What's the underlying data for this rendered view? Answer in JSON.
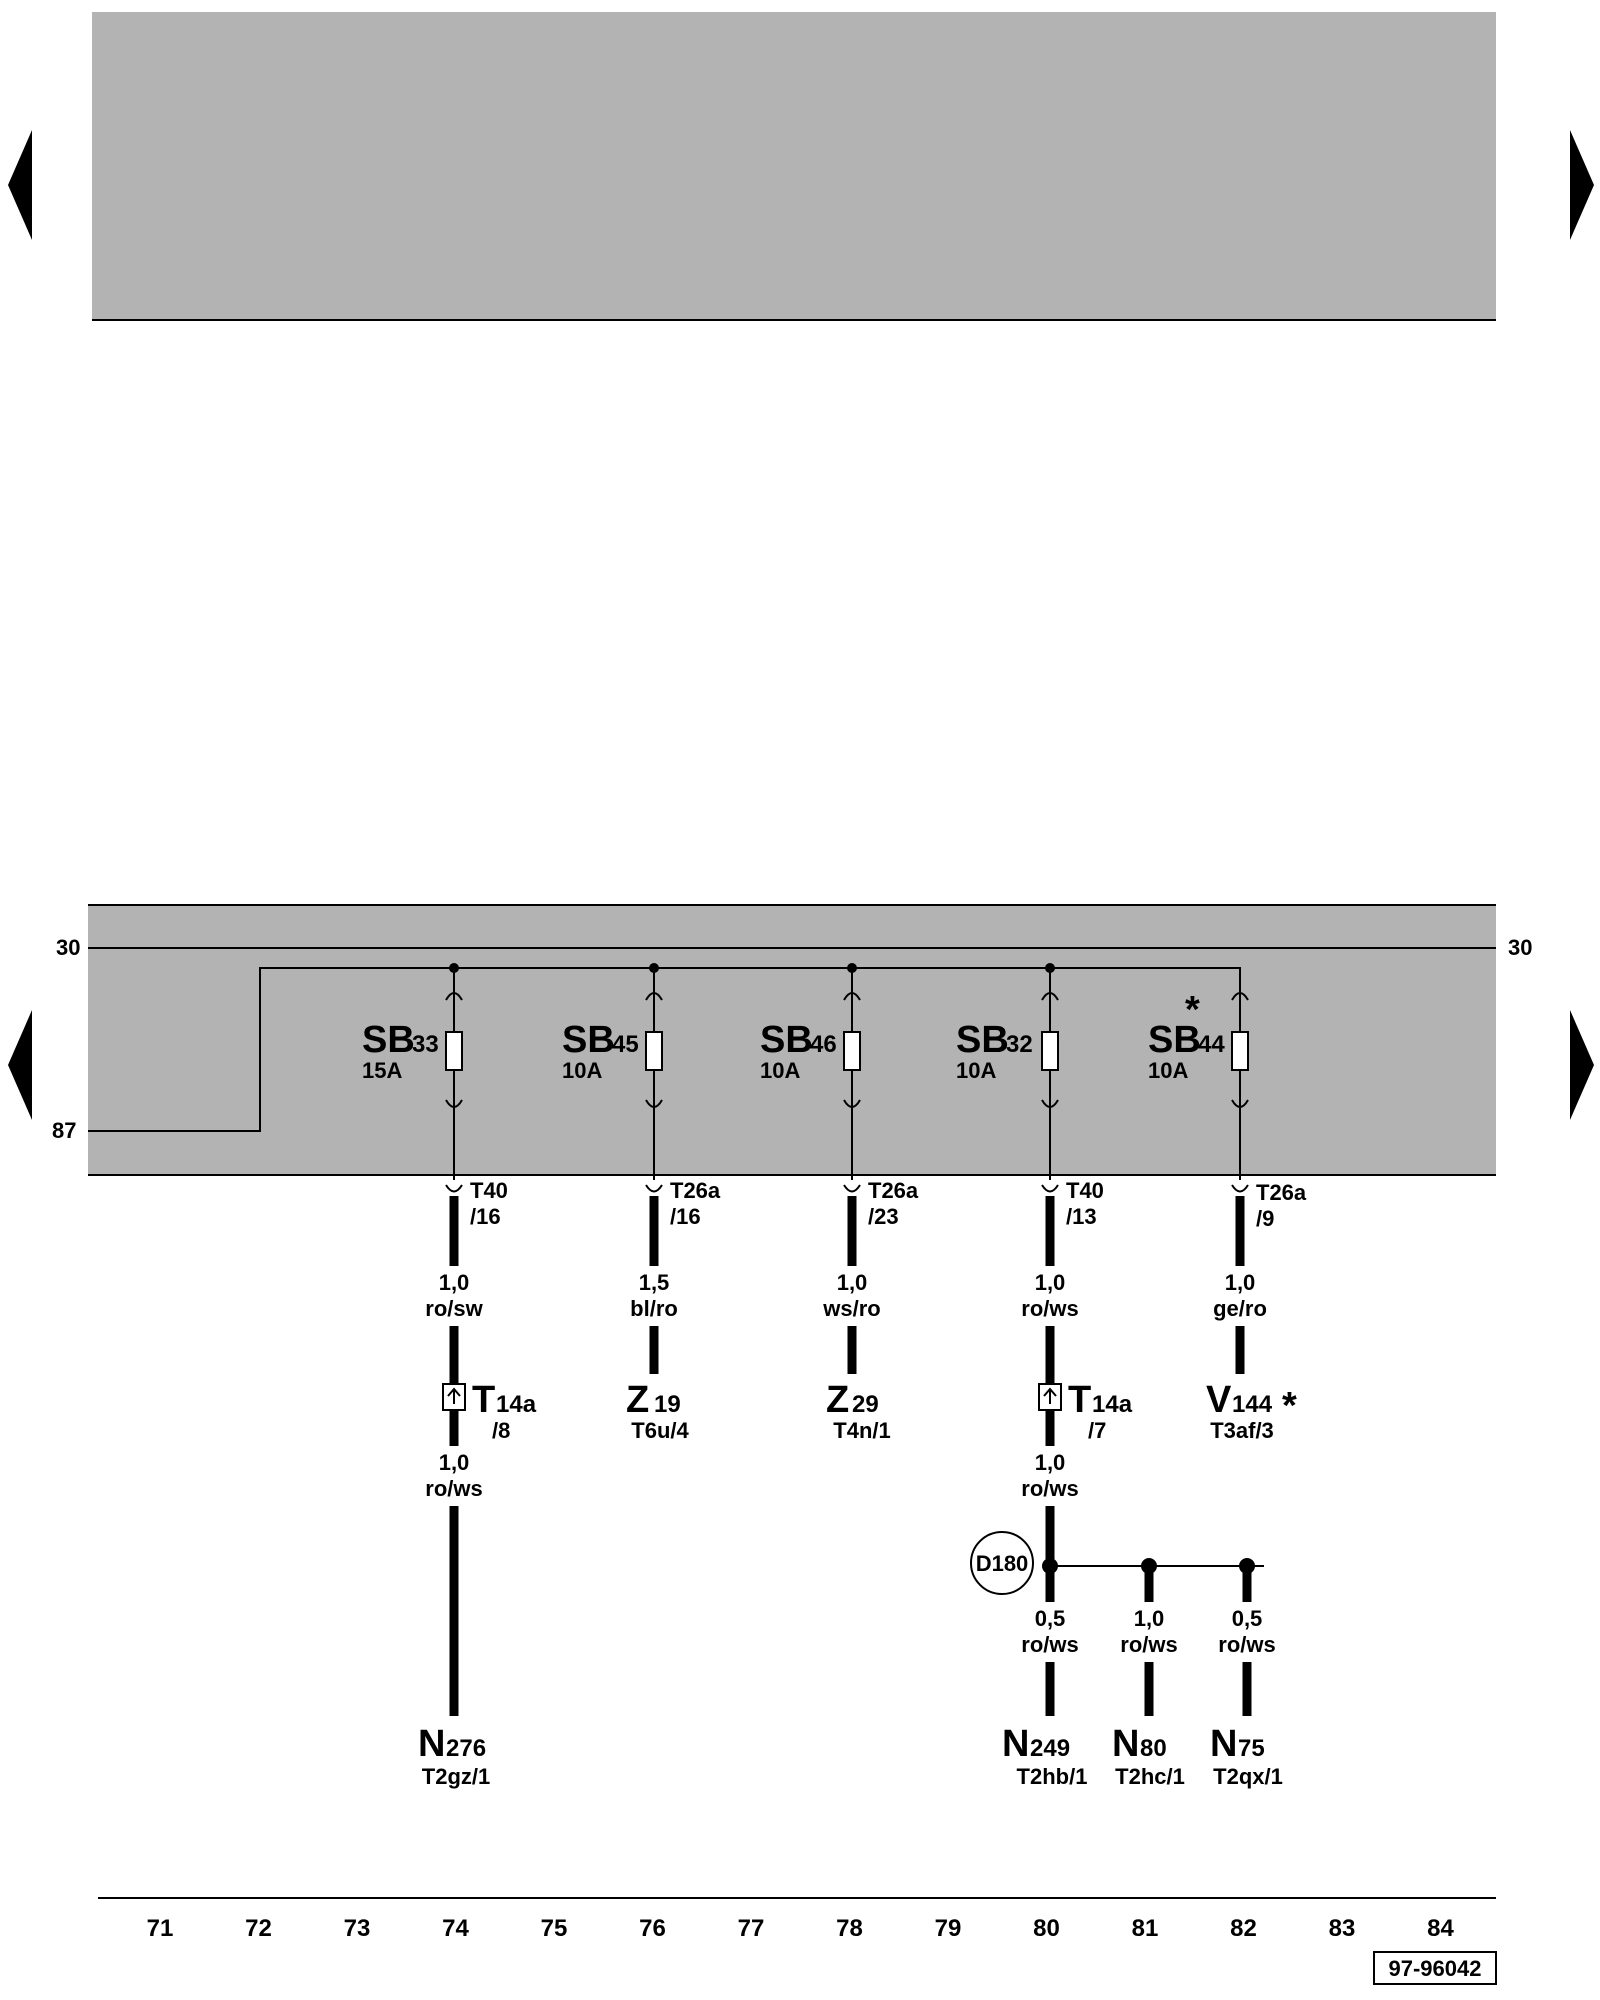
{
  "diagram_id": "97-96042",
  "colors": {
    "panel_grey": "#b3b3b3",
    "ink": "#000000"
  },
  "rail": {
    "left_30": "30",
    "right_30": "30",
    "left_87": "87"
  },
  "fuses": [
    {
      "name": "SB",
      "num": "33",
      "amp": "15A",
      "star": false
    },
    {
      "name": "SB",
      "num": "45",
      "amp": "10A",
      "star": false
    },
    {
      "name": "SB",
      "num": "46",
      "amp": "10A",
      "star": false
    },
    {
      "name": "SB",
      "num": "32",
      "amp": "10A",
      "star": false
    },
    {
      "name": "SB",
      "num": "44",
      "amp": "10A",
      "star": true,
      "star_mark": "*"
    }
  ],
  "connectors_top": [
    {
      "line1": "T40",
      "line2": "/16"
    },
    {
      "line1": "T26a",
      "line2": "/16"
    },
    {
      "line1": "T26a",
      "line2": "/23"
    },
    {
      "line1": "T40",
      "line2": "/13"
    },
    {
      "line1": "T26a",
      "line2": "/9"
    }
  ],
  "wires_upper": [
    {
      "gauge": "1,0",
      "color": "ro/sw"
    },
    {
      "gauge": "1,5",
      "color": "bl/ro"
    },
    {
      "gauge": "1,0",
      "color": "ws/ro"
    },
    {
      "gauge": "1,0",
      "color": "ro/ws"
    },
    {
      "gauge": "1,0",
      "color": "ge/ro"
    }
  ],
  "mid_components": [
    {
      "kind": "connector",
      "name": "T",
      "num": "14a",
      "pin": "/8"
    },
    {
      "kind": "component",
      "name": "Z",
      "num": "19",
      "pin": "T6u/4"
    },
    {
      "kind": "component",
      "name": "Z",
      "num": "29",
      "pin": "T4n/1"
    },
    {
      "kind": "connector",
      "name": "T",
      "num": "14a",
      "pin": "/7"
    },
    {
      "kind": "component",
      "name": "V",
      "num": "144",
      "pin": "T3af/3",
      "star_mark": "*"
    }
  ],
  "wires_mid": [
    {
      "gauge": "1,0",
      "color": "ro/ws"
    },
    {
      "gauge": "1,0",
      "color": "ro/ws"
    }
  ],
  "splice": "D180",
  "wires_lower": [
    {
      "gauge": "0,5",
      "color": "ro/ws"
    },
    {
      "gauge": "1,0",
      "color": "ro/ws"
    },
    {
      "gauge": "0,5",
      "color": "ro/ws"
    }
  ],
  "bottom_components": [
    {
      "name": "N",
      "num": "276",
      "pin": "T2gz/1"
    },
    {
      "name": "N",
      "num": "249",
      "pin": "T2hb/1"
    },
    {
      "name": "N",
      "num": "80",
      "pin": "T2hc/1"
    },
    {
      "name": "N",
      "num": "75",
      "pin": "T2qx/1"
    }
  ],
  "columns": [
    "71",
    "72",
    "73",
    "74",
    "75",
    "76",
    "77",
    "78",
    "79",
    "80",
    "81",
    "82",
    "83",
    "84"
  ]
}
